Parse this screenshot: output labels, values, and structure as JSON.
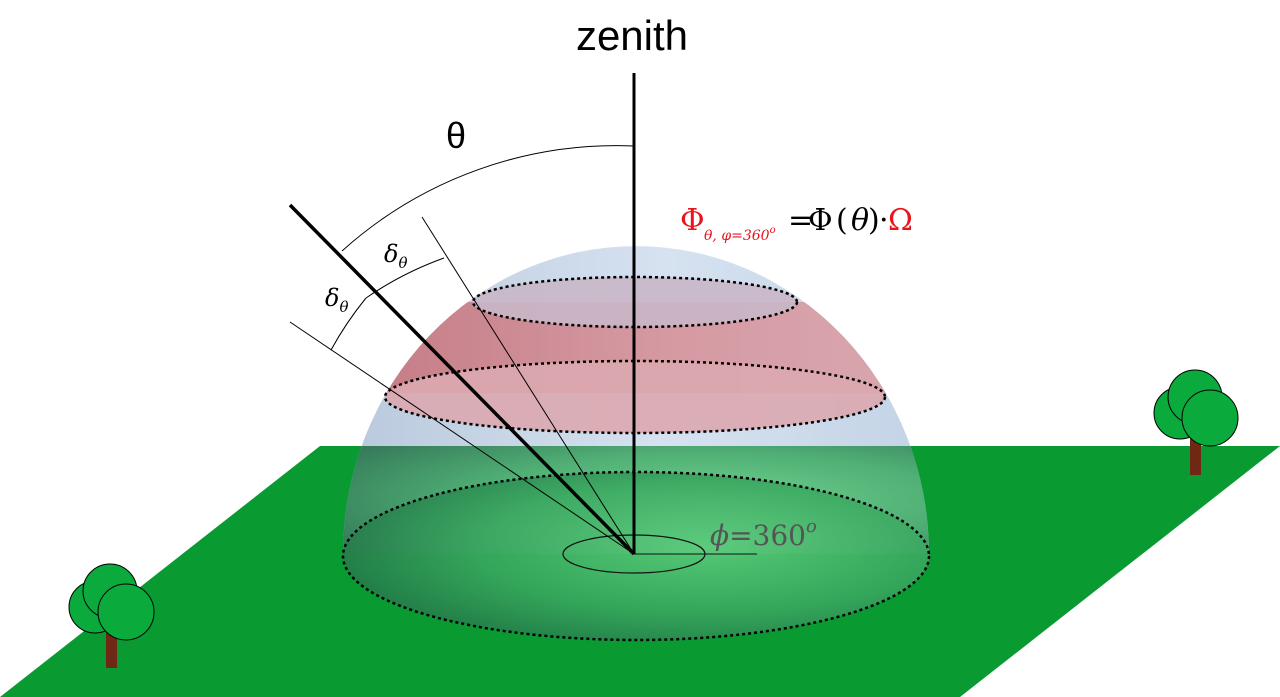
{
  "labels": {
    "zenith": "zenith",
    "theta": "θ",
    "delta": "δ",
    "delta_sub": "θ",
    "phi_symbol": "ϕ",
    "phi_eq": "=360",
    "phi_sup": "o"
  },
  "formula": {
    "Phi": "Φ",
    "subscript": "θ, φ=360",
    "subscript_degree": "o",
    "equals": "=",
    "Phi_rhs": "Φ",
    "paren_open": "(",
    "theta": "θ",
    "paren_close": ")",
    "dot": "·",
    "Omega": "Ω"
  },
  "colors": {
    "ground": "#0a9a32",
    "dome": "#c8d8ea",
    "band": "#d4868e",
    "formula_red": "#e8141e",
    "tree_leaf": "#0aaa3c",
    "tree_trunk": "#6e2814",
    "phi_gray": "#555555"
  }
}
